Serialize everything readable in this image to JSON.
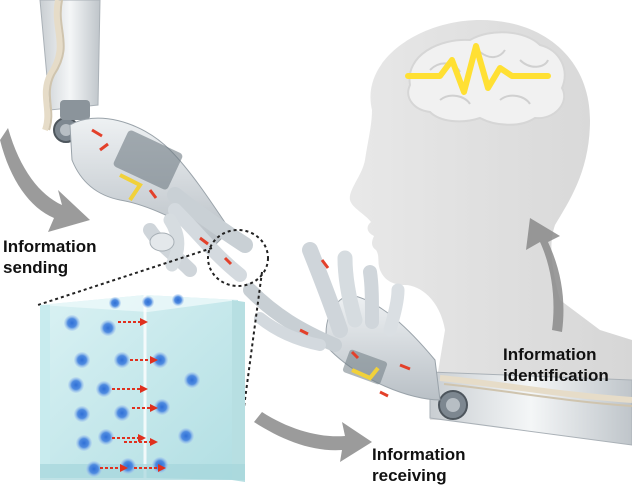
{
  "labels": {
    "sending": [
      "Information",
      "sending"
    ],
    "receiving": [
      "Information",
      "receiving"
    ],
    "identification": [
      "Information",
      "identification"
    ]
  },
  "colors": {
    "robot_hand": "#d9dee2",
    "robot_joint": "#7d8790",
    "head_silhouette": "#dcdcdc",
    "brain": "#ececec",
    "brain_signal": "#ffe033",
    "process_arrow": "#8a8a8a",
    "device_panel": "#bfe6ea",
    "ion": "#3a78d6",
    "ion_flow": "#e0301e",
    "circuit_trace": "#e3402a",
    "sensor_pad": "#f1d13a"
  },
  "icons": {
    "send_arrow": "curved-arrow-icon",
    "receive_arrow": "curved-arrow-icon",
    "identify_arrow": "curved-arrow-icon"
  }
}
